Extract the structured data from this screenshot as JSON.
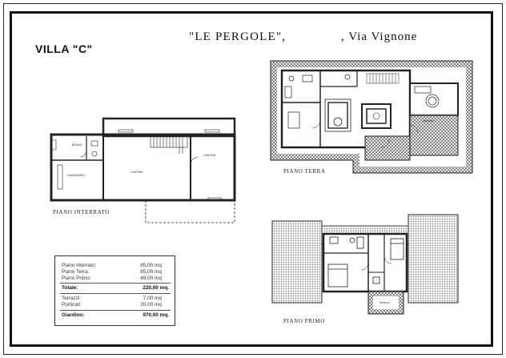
{
  "header": {
    "project": "\"LE PERGOLE\",",
    "street": ", Via Vignone",
    "villa": "VILLA \"C\""
  },
  "floor_labels": {
    "interrato": "PIANO  INTERRATO",
    "terra": "PIANO  TERRA",
    "primo": "PIANO  PRIMO"
  },
  "room_labels": {
    "bagno": "BAGNO",
    "lavanderia": "LAVANDERIA",
    "cantina_main": "CANTINA",
    "cantina_right": "CANTINA",
    "porticato": "porticato",
    "terrazzo": "terrazzo"
  },
  "areas": {
    "rows": [
      {
        "label": "Piano interrato:",
        "value": "85,00",
        "unit": "mq"
      },
      {
        "label": "Piano Terra:",
        "value": "85,00",
        "unit": "mq"
      },
      {
        "label": "Piano Primo:",
        "value": "49,00",
        "unit": "mq"
      }
    ],
    "total": {
      "label": "Totale:",
      "value": "220,00 mq."
    },
    "extras": [
      {
        "label": "Terrazzi:",
        "value": "7,00",
        "unit": "mq"
      },
      {
        "label": "Porticati:",
        "value": "20,00",
        "unit": "mq"
      }
    ],
    "garden": {
      "label": "Giardino:",
      "value": "970,00 mq."
    }
  }
}
